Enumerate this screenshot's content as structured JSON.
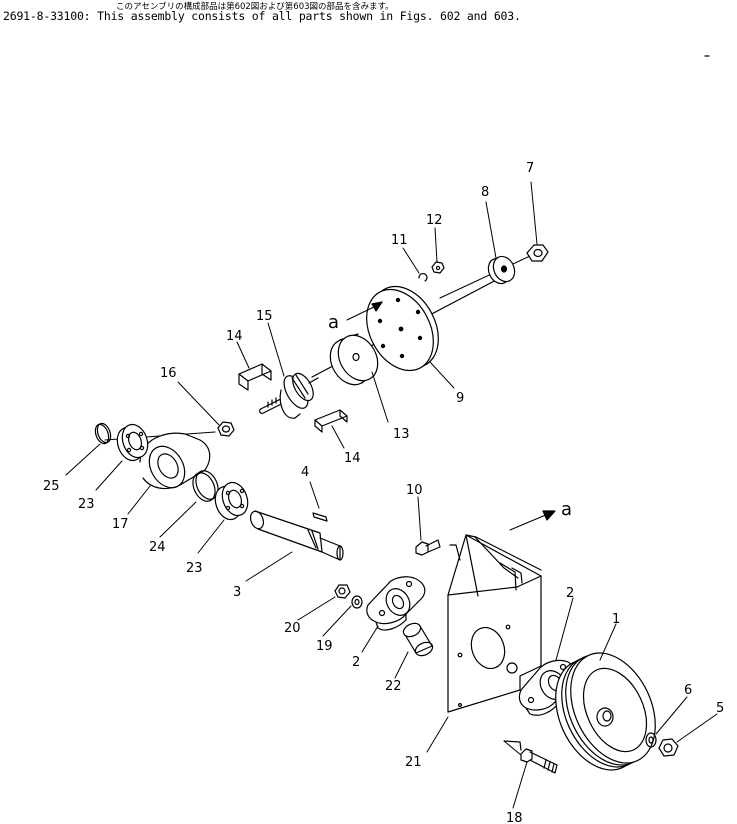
{
  "header": {
    "japanese_note": "このアセンブリの構成部品は第602図および第603図の部品を含みます。",
    "english_note": "2691-8-33100: This assembly consists of all parts shown in Figs. 602 and 603."
  },
  "callouts": {
    "p1": "1",
    "p2a": "2",
    "p2b": "2",
    "p3": "3",
    "p4": "4",
    "p5": "5",
    "p6": "6",
    "p7": "7",
    "p8": "8",
    "p9": "9",
    "p10": "10",
    "p11": "11",
    "p12": "12",
    "p13": "13",
    "p14a": "14",
    "p14b": "14",
    "p15": "15",
    "p16": "16",
    "p17": "17",
    "p18": "18",
    "p19": "19",
    "p20": "20",
    "p21": "21",
    "p22": "22",
    "p23a": "23",
    "p23b": "23",
    "p24": "24",
    "p25": "25"
  },
  "reference_marks": {
    "upper": "a",
    "lower": "a"
  }
}
